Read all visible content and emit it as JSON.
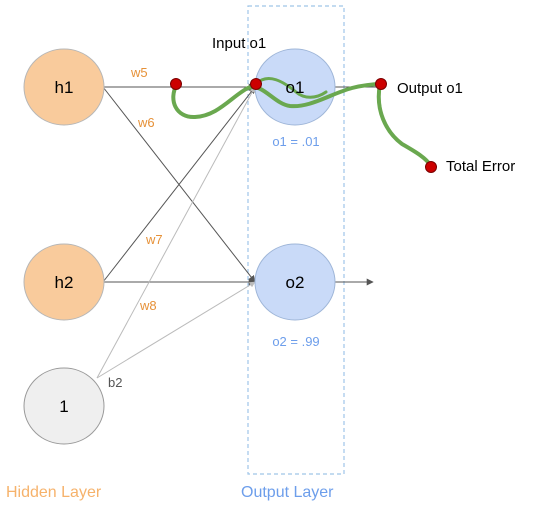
{
  "nodes": {
    "h1": "h1",
    "h2": "h2",
    "bias": "1",
    "o1": "o1",
    "o2": "o2"
  },
  "weights": {
    "w5": "w5",
    "w6": "w6",
    "w7": "w7",
    "w8": "w8",
    "b2": "b2"
  },
  "annotations": {
    "input_o1": "Input o1",
    "output_o1": "Output o1",
    "total_error": "Total Error",
    "o1_value": "o1 = .01",
    "o2_value": "o2 = .99"
  },
  "layers": {
    "hidden": "Hidden Layer",
    "output": "Output Layer"
  },
  "colors": {
    "hidden_fill": "#F9CB9C",
    "output_fill": "#C9DAF8",
    "bias_fill": "#EFEFEF",
    "weight_label": "#E69138",
    "layer_output": "#6D9EEB",
    "path_green": "#6AA84F",
    "point_red": "#CC0000"
  }
}
